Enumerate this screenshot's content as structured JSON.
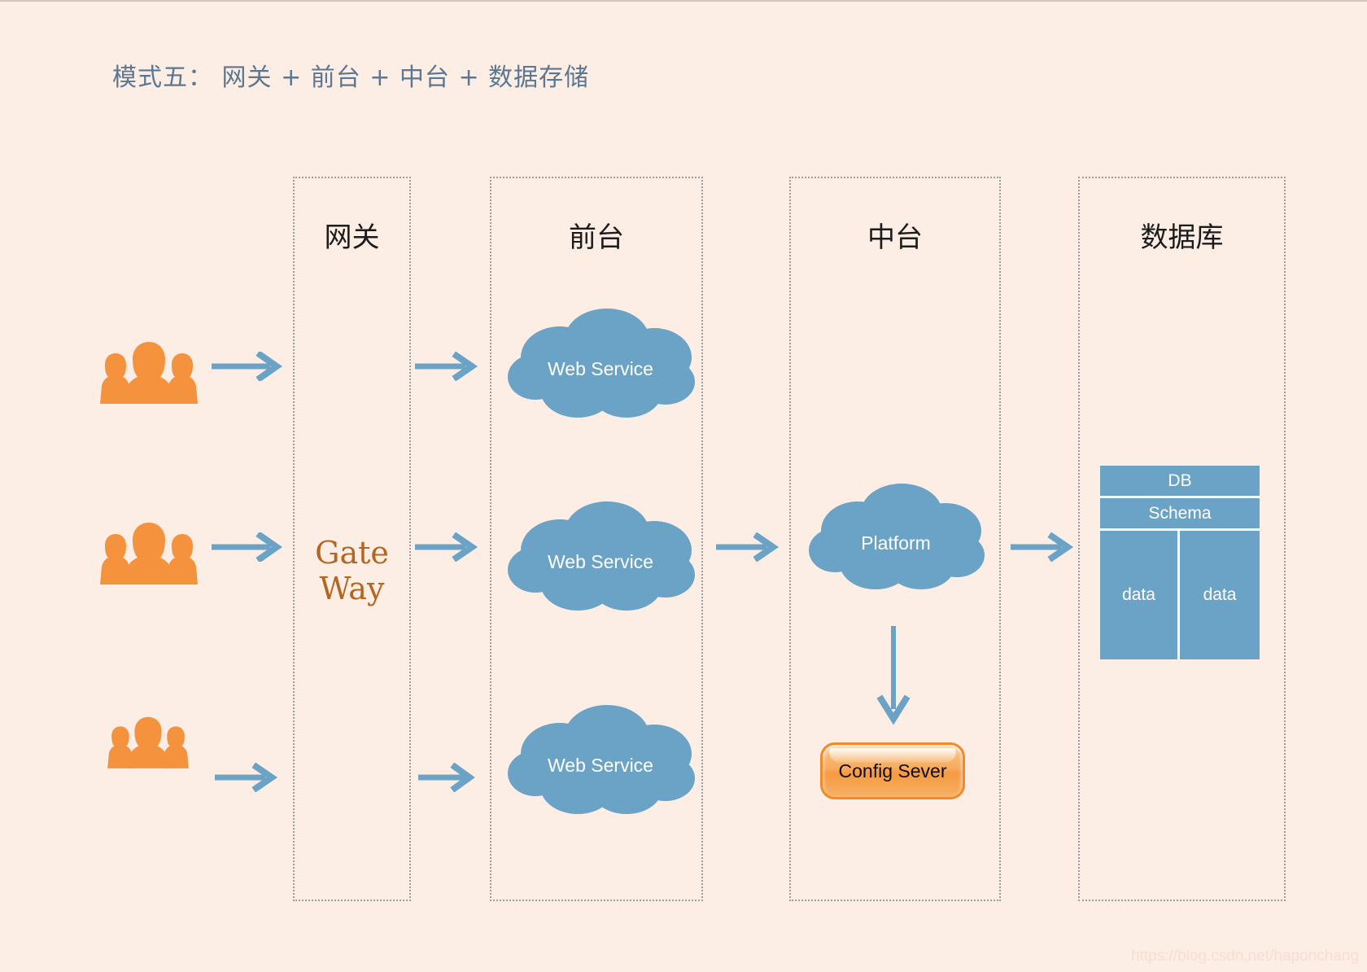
{
  "page": {
    "background_color": "#fcede5",
    "title": "模式五： 网关 + 前台 + 中台 + 数据存储",
    "title_color": "#5b7791",
    "watermark": "https://blog.csdn.net/haponchang"
  },
  "colors": {
    "accent_orange": "#f5923e",
    "cloud_blue": "#6ba3c6",
    "arrow_blue": "#6ba3c6",
    "gateway_text": "#b5651d",
    "lane_border": "#9c9c9c",
    "config_border": "#ef8b2c"
  },
  "lanes": [
    {
      "key": "gateway",
      "label": "网关"
    },
    {
      "key": "frontend",
      "label": "前台"
    },
    {
      "key": "middle",
      "label": "中台"
    },
    {
      "key": "database",
      "label": "数据库"
    }
  ],
  "actors": [
    {
      "label": "users-group-1"
    },
    {
      "label": "users-group-2"
    },
    {
      "label": "users-group-3"
    }
  ],
  "gateway": {
    "label": "Gate\nWay"
  },
  "frontend": {
    "services": [
      {
        "label": "Web Service"
      },
      {
        "label": "Web Service"
      },
      {
        "label": "Web Service"
      }
    ]
  },
  "middle": {
    "platform": {
      "label": "Platform"
    },
    "config_server": {
      "label": "Config Sever"
    }
  },
  "database": {
    "table": {
      "header": "DB",
      "schema": "Schema",
      "data_cells": [
        "data",
        "data"
      ]
    }
  },
  "icons": {
    "users": "users-group-icon",
    "arrow_right": "arrow-right-icon",
    "arrow_down": "arrow-down-icon",
    "cloud": "cloud-icon"
  }
}
